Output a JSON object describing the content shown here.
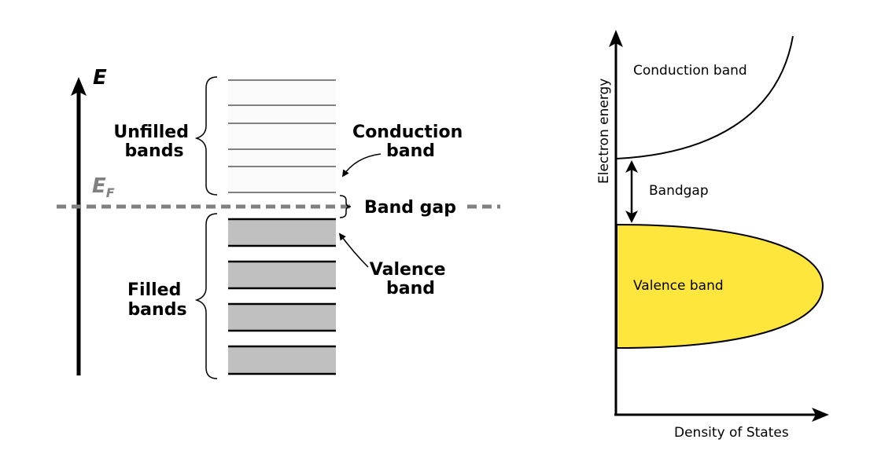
{
  "left_diagram": {
    "energy_axis_label": "E",
    "fermi_label_main": "E",
    "fermi_label_sub": "F",
    "unfilled_label_line1": "Unfilled",
    "unfilled_label_line2": "bands",
    "filled_label_line1": "Filled",
    "filled_label_line2": "bands",
    "conduction_label_line1": "Conduction",
    "conduction_label_line2": "band",
    "valence_label_line1": "Valence",
    "valence_label_line2": "band",
    "band_gap_label": "Band gap"
  },
  "right_diagram": {
    "y_axis_label": "Electron energy",
    "x_axis_label": "Density of States",
    "conduction_label": "Conduction band",
    "bandgap_label": "Bandgap",
    "valence_label": "Valence band"
  },
  "colors": {
    "valence_fill": "#ffe63c",
    "filled_band_fill": "#c0c0c0",
    "unfilled_band_fill": "#fafafa",
    "fermi_line": "#808080",
    "axis": "#000000"
  }
}
